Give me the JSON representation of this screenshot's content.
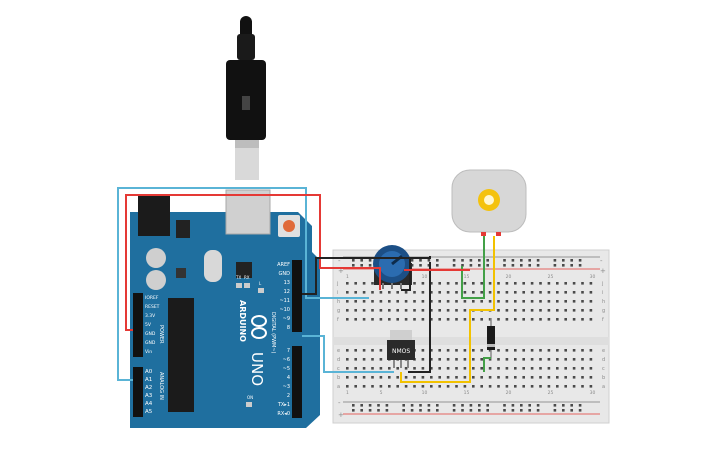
{
  "arduino": {
    "board_name": "UNO",
    "brand": "ARDUINO",
    "power_header_labels": [
      "IOREF",
      "RESET",
      "3.3V",
      "5V",
      "GND",
      "GND",
      "Vin"
    ],
    "power_section_label": "POWER",
    "analog_header_labels": [
      "A0",
      "A1",
      "A2",
      "A3",
      "A4",
      "A5"
    ],
    "analog_section_label": "ANALOG IN",
    "digital_top_labels": [
      "AREF",
      "GND",
      "13",
      "12",
      "~11",
      "~10",
      "~9",
      "8"
    ],
    "digital_bottom_labels": [
      "7",
      "~6",
      "~5",
      "4",
      "~3",
      "2",
      "TX▸1",
      "RX◂0"
    ],
    "digital_section_label": "DIGITAL (PWM~)",
    "led_labels": [
      "TX",
      "RX"
    ],
    "on_label": "ON",
    "l_label": "L"
  },
  "components": {
    "mosfet_label": "NMOS"
  },
  "breadboard": {
    "row_letters_top": [
      "j",
      "i",
      "h",
      "g",
      "f"
    ],
    "row_letters_bottom": [
      "e",
      "d",
      "c",
      "b",
      "a"
    ],
    "column_numbers": [
      "1",
      "5",
      "10",
      "15",
      "20",
      "25",
      "30"
    ],
    "rail_signs": [
      "+",
      "-"
    ]
  },
  "colors": {
    "board": "#1f6f9f",
    "wire_red": "#e53935",
    "wire_black": "#222222",
    "wire_blue": "#5ab4d6",
    "wire_green": "#43a047",
    "wire_yellow": "#f2c200",
    "motor_body": "#d7d7d7",
    "motor_gear": "#f4c20d"
  }
}
